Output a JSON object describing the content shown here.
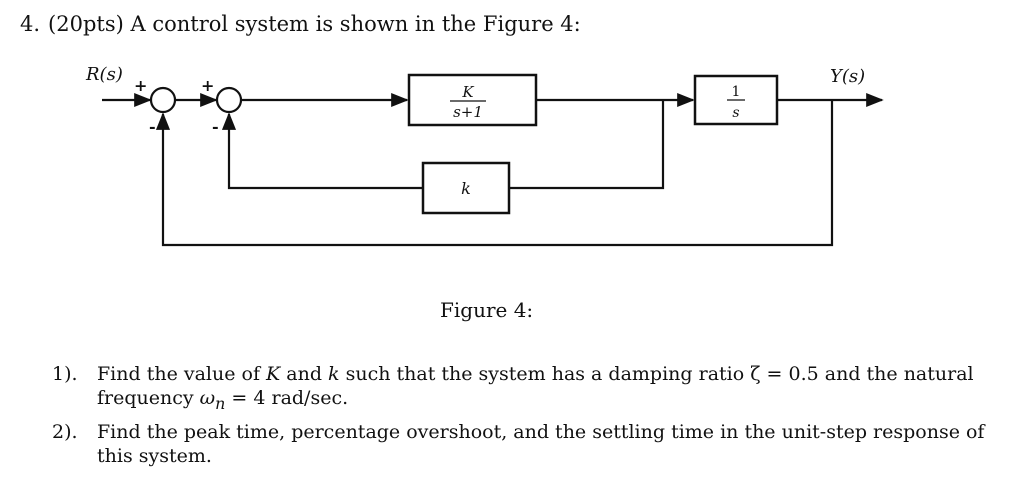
{
  "problem": {
    "number": "4.",
    "text": "(20pts) A control system is shown in the Figure 4:"
  },
  "diagram": {
    "input_label": "R(s)",
    "output_label": "Y(s)",
    "sum1_top_sign": "+",
    "sum1_bottom_sign": "-",
    "sum2_top_sign": "+",
    "sum2_bottom_sign": "-",
    "block1_num": "K",
    "block1_den": "s+1",
    "block2_num": "1",
    "block2_den": "s",
    "feedback_block": "k"
  },
  "caption": "Figure 4:",
  "questions": [
    {
      "number": "1).",
      "text_a": "Find the value of ",
      "var_K": "K",
      "text_b": " and ",
      "var_k": "k",
      "text_c": " such that the system has a damping ratio ζ = 0.5 and the natural frequency ",
      "omega": "ω",
      "omega_sub": "n",
      "text_d": " = 4 rad/sec."
    },
    {
      "number": "2).",
      "text": "Find the peak time, percentage overshoot, and the settling time in the unit-step response of this system."
    }
  ]
}
